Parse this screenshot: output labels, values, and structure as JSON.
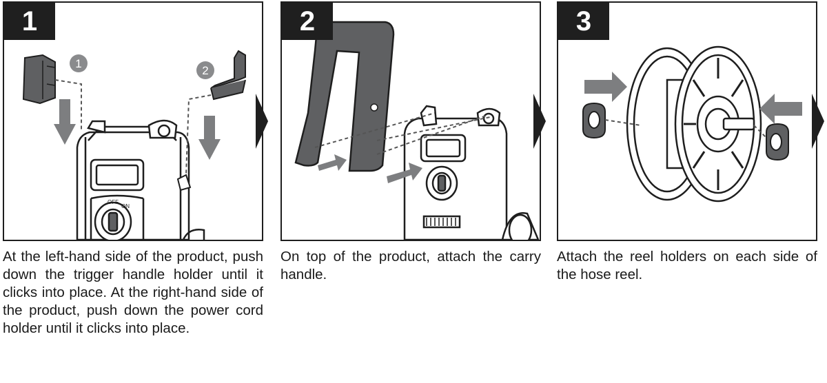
{
  "steps": [
    {
      "number": "1",
      "callouts": [
        "1",
        "2"
      ],
      "text": "At the left-hand side of the product, push down the trigger handle holder until it clicks into place. At the right-hand side of the product, push down the power cord holder until it clicks into place."
    },
    {
      "number": "2",
      "text": "On top of the product, attach the carry handle."
    },
    {
      "number": "3",
      "text": "Attach the reel holders on each side of the hose reel."
    }
  ],
  "colors": {
    "badge": "#1f1f1f",
    "line": "#1e1e1e",
    "part_fill": "#5f6062",
    "arrow_fill": "#7d7e80",
    "callout_fill": "#8a8b8d"
  }
}
